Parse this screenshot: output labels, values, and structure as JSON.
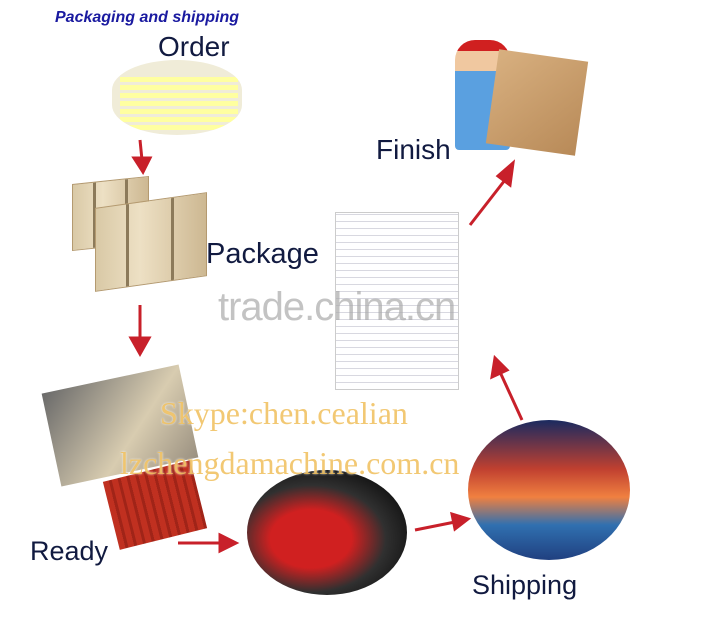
{
  "title": "Packaging and shipping",
  "steps": {
    "order": "Order",
    "package": "Package",
    "ready": "Ready",
    "shipping": "Shipping",
    "finish": "Finish"
  },
  "watermarks": {
    "site": "trade.china.cn",
    "skype": "Skype:chen.cealian",
    "domain": "lzchengdamachine.com.cn"
  },
  "colors": {
    "title": "#1a1aa0",
    "step_text": "#111a40",
    "arrow": "#c8202a"
  }
}
